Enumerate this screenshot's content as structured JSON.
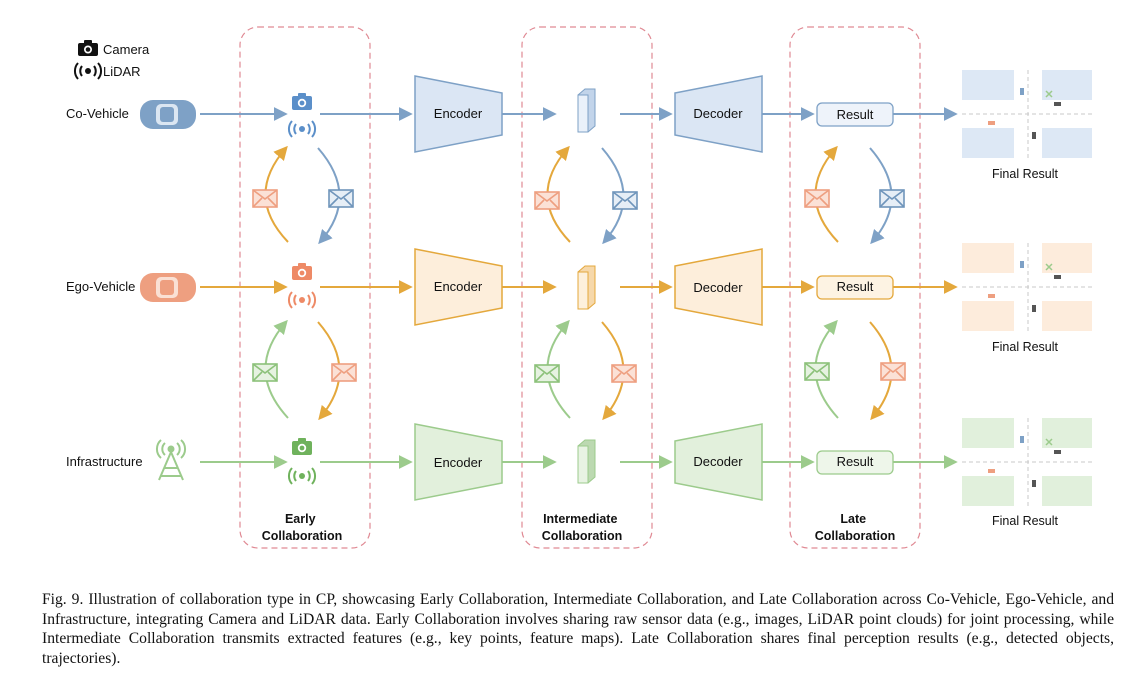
{
  "legend": {
    "camera_label": "Camera",
    "lidar_label": "LiDAR"
  },
  "rows": [
    {
      "agent": "Co-Vehicle",
      "encoder": "Encoder",
      "decoder": "Decoder",
      "result": "Result",
      "final": "Final Result"
    },
    {
      "agent": "Ego-Vehicle",
      "encoder": "Encoder",
      "decoder": "Decoder",
      "result": "Result",
      "final": "Final Result"
    },
    {
      "agent": "Infrastructure",
      "encoder": "Encoder",
      "decoder": "Decoder",
      "result": "Result",
      "final": "Final Result"
    }
  ],
  "stages": {
    "early": [
      "Early",
      "Collaboration"
    ],
    "intermediate": [
      "Intermediate",
      "Collaboration"
    ],
    "late": [
      "Late",
      "Collaboration"
    ]
  },
  "colors": {
    "blue": "#7ea1c6",
    "orange": "#e4a83c",
    "green": "#9ccb8c",
    "salmon": "#ee9f80",
    "dash": "#e08a94"
  },
  "caption": "Fig. 9.  Illustration of collaboration type in CP, showcasing Early Collaboration, Intermediate Collaboration, and Late Collaboration across Co-Vehicle, Ego-Vehicle, and Infrastructure, integrating Camera and LiDAR data. Early Collaboration involves sharing raw sensor data (e.g., images, LiDAR point clouds) for joint processing, while Intermediate Collaboration transmits extracted features (e.g., key points, feature maps). Late Collaboration shares final perception results (e.g., detected objects, trajectories)."
}
